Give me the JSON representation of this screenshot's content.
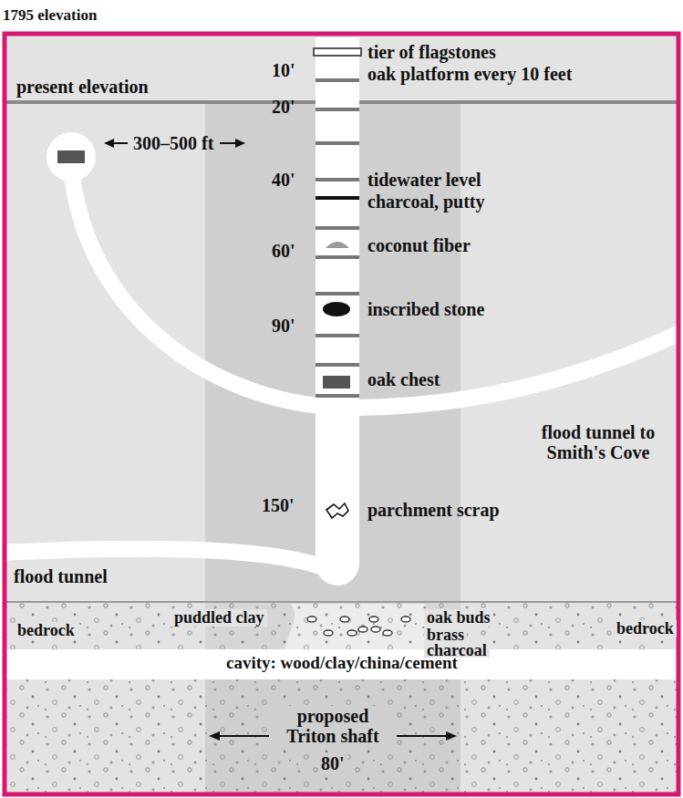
{
  "diagram": {
    "labels": [
      "1795 elevation",
      "10'",
      "tier of flagstones",
      "oak platform every 10 feet",
      "present elevation",
      "20'",
      "300–500 ft",
      "40'",
      "tidewater level",
      "charcoal, putty",
      "60'",
      "coconut fiber",
      "inscribed stone",
      "90'",
      "oak chest",
      "flood tunnel to Smith's Cove",
      "150'",
      "parchment scrap",
      "flood tunnel",
      "puddled clay",
      "oak buds",
      "bedrock",
      "brass",
      "bedrock",
      "charcoal",
      "cavity: wood/clay/china/cement",
      "proposed Triton shaft",
      "80'"
    ]
  }
}
